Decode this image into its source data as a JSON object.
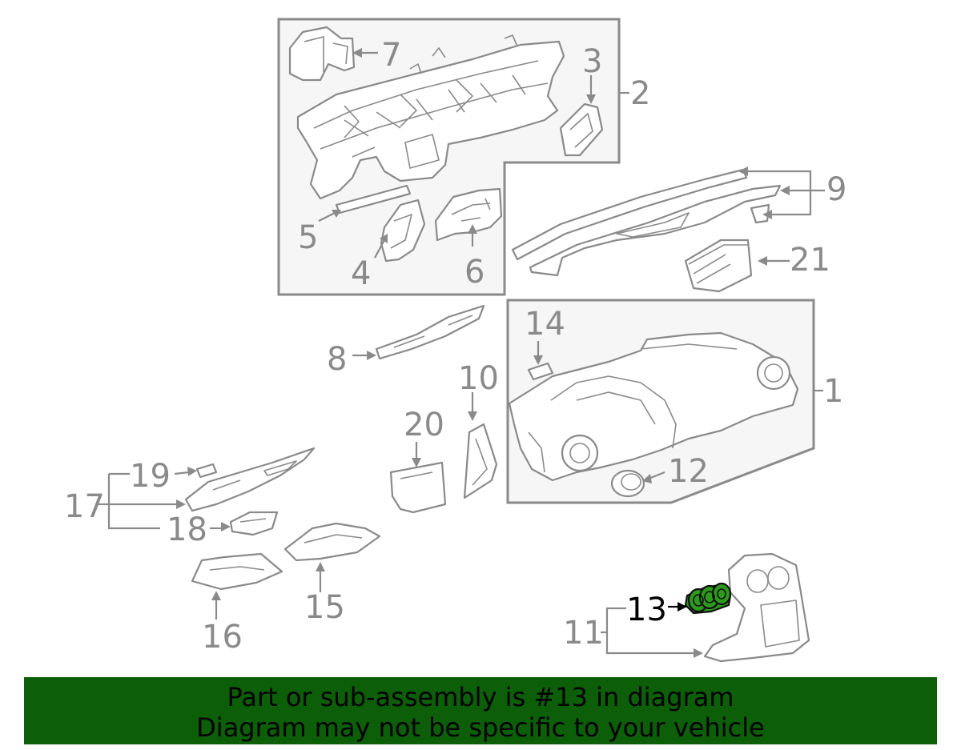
{
  "callouts": {
    "c1": "1",
    "c2": "2",
    "c3": "3",
    "c4": "4",
    "c5": "5",
    "c6": "6",
    "c7": "7",
    "c8": "8",
    "c9": "9",
    "c10": "10",
    "c11": "11",
    "c12": "12",
    "c13": "13",
    "c14": "14",
    "c15": "15",
    "c16": "16",
    "c17": "17",
    "c18": "18",
    "c19": "19",
    "c20": "20",
    "c21": "21"
  },
  "highlighted_part": "13",
  "colors": {
    "banner_background": "#0d5e09",
    "highlight_part": "#2c9a1c",
    "line_art": "#8a8a8a"
  },
  "banner": {
    "line1": "Part or sub-assembly is #13 in diagram",
    "line2": "Diagram may not be specific to your vehicle"
  }
}
